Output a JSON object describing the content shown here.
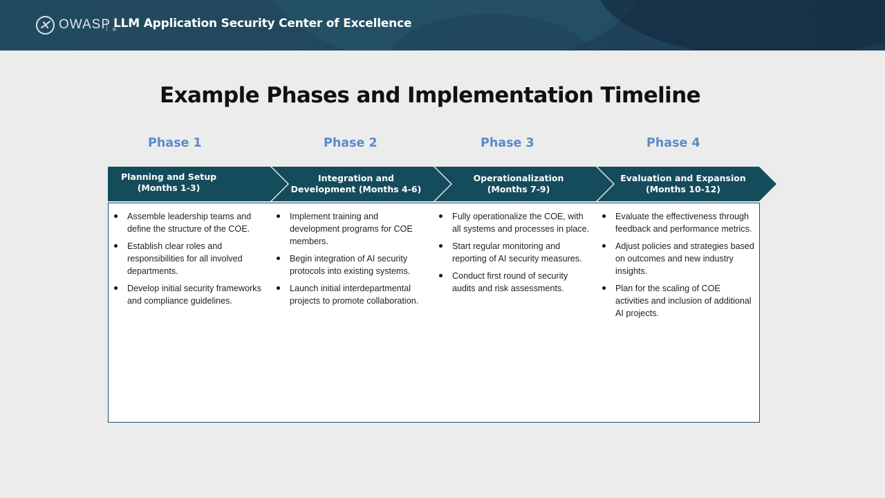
{
  "header": {
    "logo_text": "OWASP",
    "logo_reg": "®",
    "title": "LLM Application Security Center of Excellence"
  },
  "page_title": "Example Phases and Implementation Timeline",
  "colors": {
    "header_bg": "#224a5e",
    "chevron": "#154c5c",
    "phase_label": "#5b8ac8",
    "card_border": "#1f4a66",
    "page_bg": "#ececec"
  },
  "phases": [
    {
      "label": "Phase 1",
      "title_line1": "Planning and Setup",
      "title_line2": "(Months 1-3)",
      "items": [
        "Assemble leadership teams and define the structure of the COE.",
        "Establish clear roles and responsibilities for all involved departments.",
        "Develop initial security frameworks and compliance guidelines."
      ]
    },
    {
      "label": "Phase 2",
      "title_line1": "Integration and",
      "title_line2": "Development (Months 4-6)",
      "items": [
        "Implement training and development programs for COE members.",
        "Begin integration of AI security protocols into existing systems.",
        "Launch initial interdepartmental projects to promote collaboration."
      ]
    },
    {
      "label": "Phase 3",
      "title_line1": "Operationalization",
      "title_line2": "(Months 7-9)",
      "items": [
        "Fully operationalize the COE, with all systems and processes in place.",
        "Start regular monitoring and reporting of AI security measures.",
        "Conduct first round of security audits and risk assessments."
      ]
    },
    {
      "label": "Phase 4",
      "title_line1": "Evaluation and Expansion",
      "title_line2": "(Months 10-12)",
      "items": [
        "Evaluate the effectiveness through feedback and performance metrics.",
        "Adjust policies and strategies based on outcomes and new industry insights.",
        "Plan for the scaling of COE activities and inclusion of additional AI projects."
      ]
    }
  ]
}
